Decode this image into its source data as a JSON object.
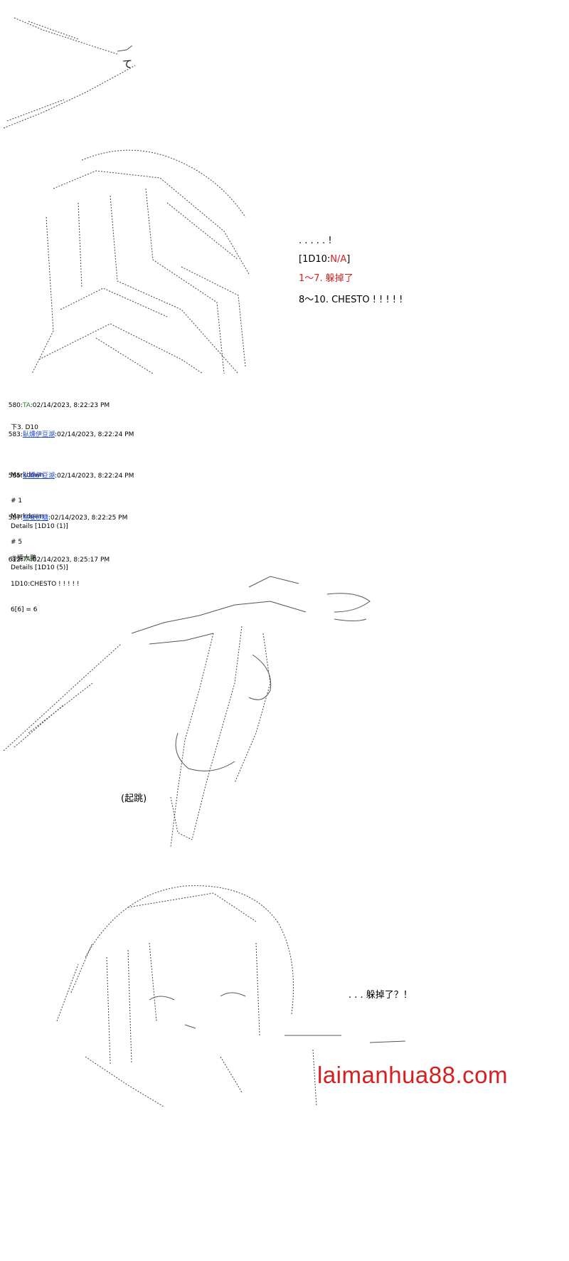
{
  "panel1": {
    "char_te": "て"
  },
  "panel2": {
    "lines": [
      {
        "text": ". . . . . !",
        "color": "#000000"
      },
      {
        "text_pre": "[1D10:",
        "text_red": "N/A",
        "text_post": "]"
      },
      {
        "text": "1～7. 躲掉了",
        "color": "#d81e1e"
      },
      {
        "text": "8～10. CHESTO ! ! ! ! !",
        "color": "#000000"
      }
    ]
  },
  "posts": [
    {
      "num": "580:",
      "name": "TA",
      "name_style": "plain",
      "date": ":02/14/2023, 8:22:23 PM",
      "body": [
        "下3. D10"
      ]
    },
    {
      "num": "583:",
      "name": "臥燻伊豆湖",
      "name_style": "link",
      "date": ":02/14/2023, 8:22:24 PM",
      "body": [
        "Markdown",
        "# 1",
        "Details [1D10 (1)]"
      ]
    },
    {
      "num": "585:",
      "name": "臥燻伊豆湖",
      "name_style": "link",
      "date": ":02/14/2023, 8:22:24 PM",
      "body": [
        "Markdown",
        "# 5",
        "Details [1D10 (5)]"
      ]
    },
    {
      "num": "587:",
      "name": "松坂砂糖",
      "name_style": "link",
      "date": ":02/14/2023, 8:22:25 PM",
      "body": [
        "@擂大鵬",
        "1D10:CHESTO ! ! ! ! !",
        "6[6] = 6"
      ]
    },
    {
      "num": "612:",
      "name": "TA",
      "name_style": "plain",
      "date": ":02/14/2023, 8:25:17 PM",
      "body": []
    }
  ],
  "panel3": {
    "caption": "(起跳)"
  },
  "panel4": {
    "speech": ". . . 躲掉了？！"
  },
  "watermark": "laimanhua88.com"
}
